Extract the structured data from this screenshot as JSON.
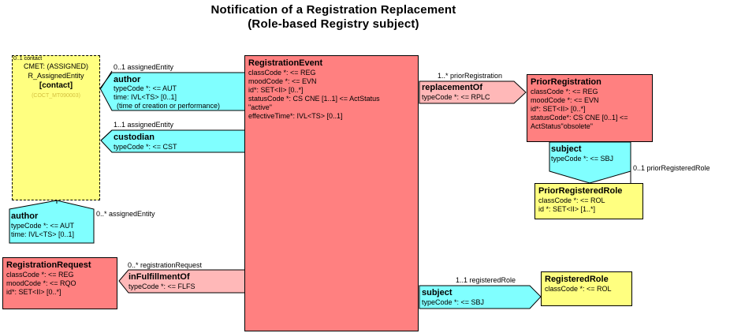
{
  "title": {
    "line1": "Notification of a Registration Replacement",
    "line2": "(Role-based Registry subject)"
  },
  "cmet": {
    "corner": "0..1 contact",
    "line1": "CMET: (ASSIGNED)",
    "line2": "R_AssignedEntity",
    "line3": "[contact]",
    "code": "(COCT_MT090003)"
  },
  "registration_event": {
    "name": "RegistrationEvent",
    "attrs": [
      "classCode *: <= REG",
      "moodCode *: <= EVN",
      "id*: SET<II> [0..*]",
      "statusCode *: CS CNE [1..1] <= ActStatus",
      "\"active\"",
      "effectiveTime*: IVL<TS> [0..1]"
    ]
  },
  "author_top": {
    "name": "author",
    "attrs": [
      "typeCode *: <= AUT",
      "time: IVL<TS> [0..1]",
      "(time of creation or performance)"
    ],
    "label": "0..1 assignedEntity"
  },
  "custodian": {
    "name": "custodian",
    "attrs": [
      "typeCode *: <= CST"
    ],
    "label": "1..1 assignedEntity"
  },
  "replacement_of": {
    "name": "replacementOf",
    "attrs": [
      "typeCode *: <= RPLC"
    ],
    "label": "1..* priorRegistration"
  },
  "prior_registration": {
    "name": "PriorRegistration",
    "attrs": [
      "classCode *: <= REG",
      "moodCode *: <= EVN",
      "id*: SET<II> [0..*]",
      "statusCode*: CS CNE [0..1] <=",
      "ActStatus\"obsolete\""
    ]
  },
  "subject_prior": {
    "name": "subject",
    "attrs": [
      "typeCode *: <= SBJ"
    ],
    "label": "0..1 priorRegisteredRole"
  },
  "prior_registered_role": {
    "name": "PriorRegisteredRole",
    "attrs": [
      "classCode *: <= ROL",
      "id *: SET<II> [1..*]"
    ]
  },
  "author_bottom": {
    "name": "author",
    "attrs": [
      "typeCode *: <= AUT",
      "time: IVL<TS> [0..1]"
    ],
    "label": "0..* assignedEntity"
  },
  "registration_request": {
    "name": "RegistrationRequest",
    "attrs": [
      "classCode *: <= REG",
      "moodCode *: <= RQO",
      "id*: SET<II> [0..*]"
    ]
  },
  "in_fulfillment_of": {
    "name": "inFulfillmentOf",
    "attrs": [
      "typeCode *: <= FLFS"
    ],
    "label": "0..* registrationRequest"
  },
  "subject_role": {
    "name": "subject",
    "attrs": [
      "typeCode *: <= SBJ"
    ],
    "label": "1..1 registeredRole"
  },
  "registered_role": {
    "name": "RegisteredRole",
    "attrs": [
      "classCode *: <= ROL"
    ]
  },
  "colors": {
    "act": "#ff8080",
    "role": "#ffff80",
    "participation": "#80ffff",
    "act_relationship": "#ffb8b8"
  }
}
